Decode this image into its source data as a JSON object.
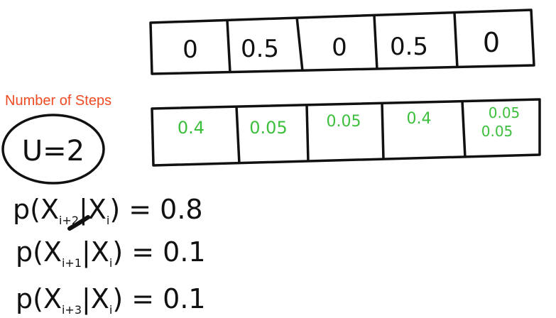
{
  "top_row": [
    "0",
    "0.5",
    "0",
    "0.5",
    "0"
  ],
  "bottom_row": [
    [
      "0.4"
    ],
    [
      "0.05"
    ],
    [
      "0.05"
    ],
    [
      "0.4"
    ],
    [
      "0.05",
      "0.05"
    ]
  ],
  "label": "Number of Steps",
  "u_circle": "U=2",
  "equations": [
    {
      "lhs": "p(X",
      "sub": "i+2",
      "mid": "|X",
      "sub2": "i",
      "rhs": ") = 0.8"
    },
    {
      "lhs": "p(X",
      "sub": "i+1",
      "mid": "|X",
      "sub2": "i",
      "rhs": ") = 0.1"
    },
    {
      "lhs": "p(X",
      "sub": "i+3",
      "mid": "|X",
      "sub2": "i",
      "rhs": ") = 0.1"
    }
  ],
  "colors": {
    "ink": "#111111",
    "green": "#3cbf3c",
    "orange": "#ef4b23"
  }
}
